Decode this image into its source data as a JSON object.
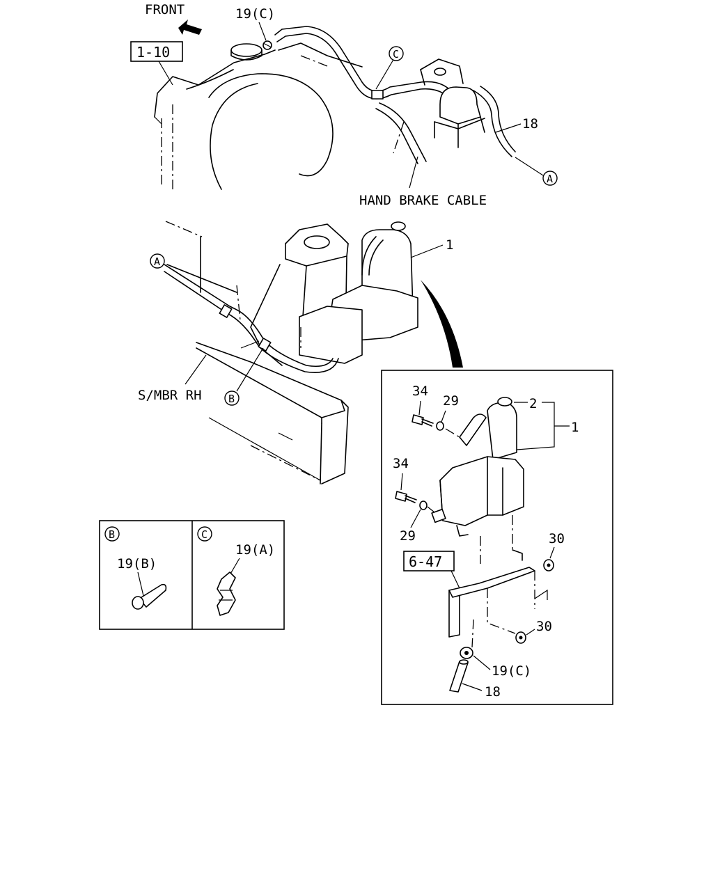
{
  "labels": {
    "front": "FRONT",
    "ref_radiator": "1-10",
    "ref_bracket": "6-47",
    "hand_brake_cable": "HAND BRAKE CABLE",
    "side_member": "S/MBR RH",
    "part_1_top": "1",
    "part_1_detail": "1",
    "part_2": "2",
    "part_18_top": "18",
    "part_18_detail": "18",
    "part_19c_top": "19(C)",
    "part_19c_detail": "19(C)",
    "part_19a": "19(A)",
    "part_19b": "19(B)",
    "part_29_upper": "29",
    "part_29_lower": "29",
    "part_30_upper": "30",
    "part_30_lower": "30",
    "part_34_upper": "34",
    "part_34_lower": "34"
  },
  "callouts": {
    "a_top": "A",
    "a_mid": "A",
    "b_mid": "B",
    "c_top": "C",
    "b_inset": "B",
    "c_inset": "C"
  },
  "icons": {
    "front_arrow": "front-direction-arrow-icon"
  }
}
